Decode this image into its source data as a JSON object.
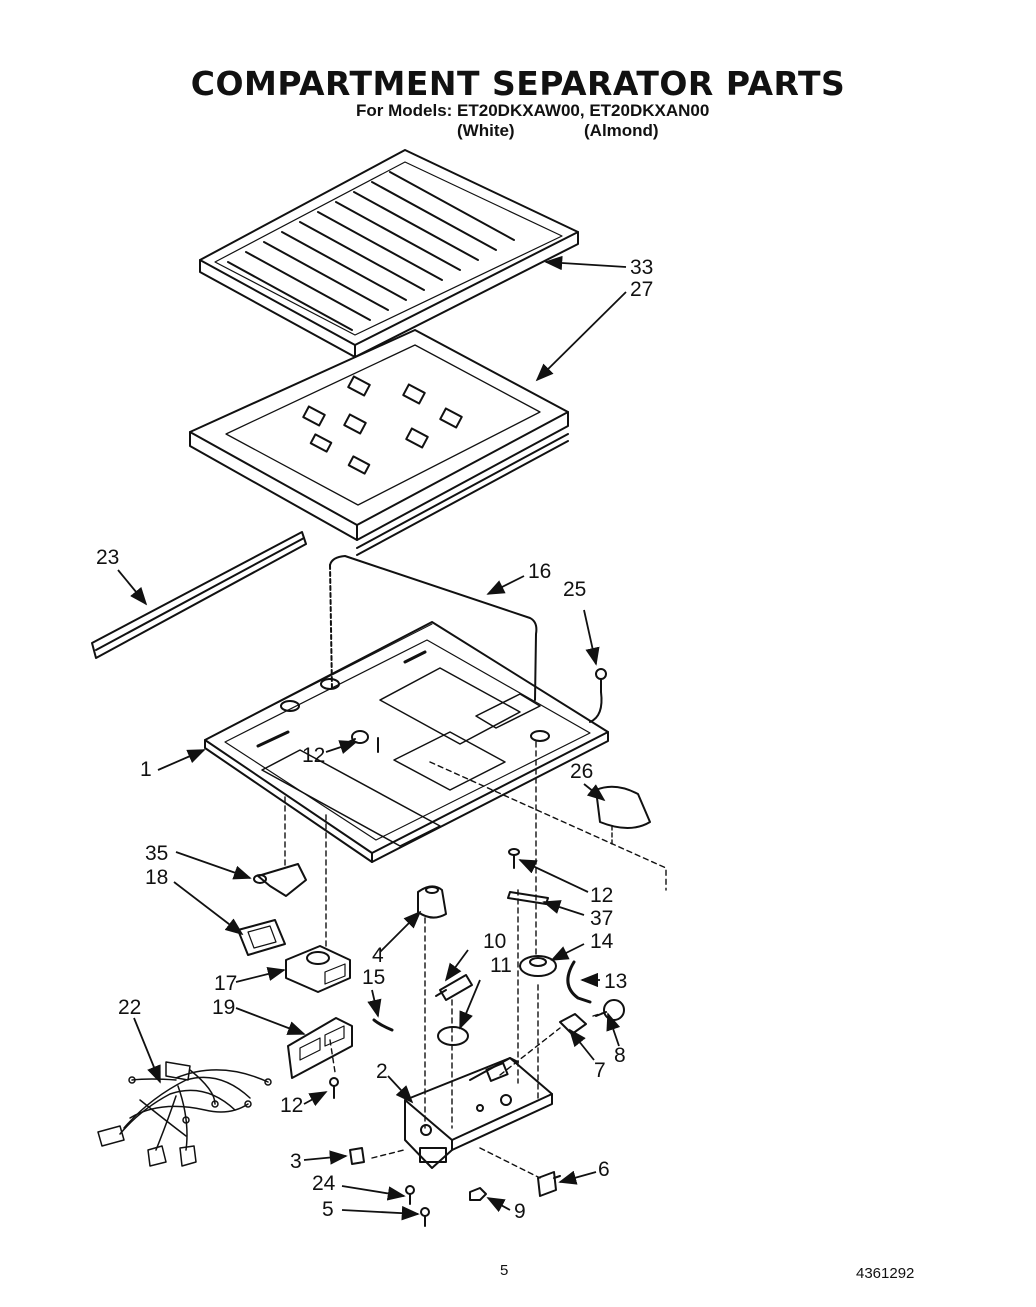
{
  "header": {
    "title": "COMPARTMENT SEPARATOR PARTS",
    "models_line": "For Models: ET20DKXAW00, ET20DKXAN00",
    "color_white": "(White)",
    "color_almond": "(Almond)"
  },
  "footer": {
    "page_number": "5",
    "document_number": "4361292"
  },
  "callouts": [
    "33",
    "27",
    "23",
    "16",
    "25",
    "1",
    "12",
    "26",
    "35",
    "18",
    "12",
    "37",
    "14",
    "4",
    "10",
    "11",
    "13",
    "17",
    "15",
    "19",
    "22",
    "8",
    "7",
    "2",
    "12",
    "3",
    "6",
    "24",
    "9",
    "5"
  ]
}
